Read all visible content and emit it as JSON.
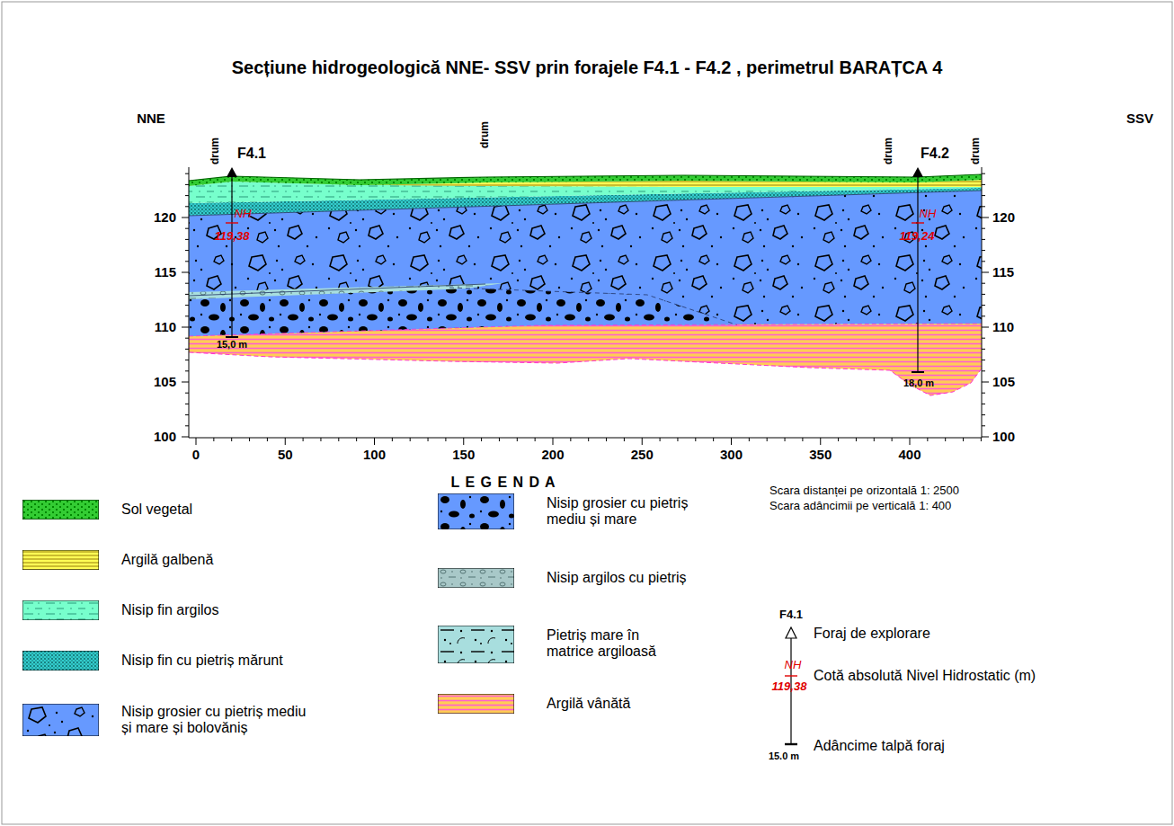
{
  "diagram": {
    "title": "Secțiune hidrogeologică NNE- SSV prin forajele F4.1 - F4.2 , perimetrul BARAȚCA 4",
    "labels": [
      "NNE",
      "SSV",
      "drum",
      "drum",
      "drum",
      "drum",
      "F4.1",
      "F4.2",
      "NH",
      "119,38",
      "NH",
      "119,24",
      "15,0 m",
      "18,0 m",
      "120",
      "115",
      "110",
      "105",
      "100",
      "120",
      "115",
      "110",
      "105",
      "100",
      "0",
      "50",
      "100",
      "150",
      "200",
      "250",
      "300",
      "350",
      "400",
      "L E G E N D A",
      "Scara distanței pe orizontală 1: 2500",
      "Scara adâncimii pe verticală 1: 400",
      "F4.1",
      "NH",
      "119,38",
      "15.0 m"
    ],
    "legend": [
      {
        "text": "Sol vegetal",
        "color": "#33cc33"
      },
      {
        "text": "Argilă galbenă",
        "color": "#ffff55"
      },
      {
        "text": "Nisip fin argilos",
        "color": "#77ffcc"
      },
      {
        "text": "Nisip fin cu pietriș mărunt",
        "color": "#33cccc"
      },
      {
        "text": "Nisip grosier cu pietriș mediu și mare și bolovăniș",
        "color": "#6699ff"
      },
      {
        "text": "Nisip grosier cu pietriș mediu și mare",
        "color": "#6699ff"
      },
      {
        "text": "Nisip argilos cu pietriș",
        "color": "#a8c8c8"
      },
      {
        "text": "Pietriș mare în matrice argiloasă",
        "color": "#a8dede"
      },
      {
        "text": "Argilă vânătă",
        "color": "#ffcc55"
      },
      {
        "text": "Foraj de explorare"
      },
      {
        "text": "Cotă absolută Nivel Hidrostatic (m)"
      },
      {
        "text": "Adâncime talpă foraj"
      }
    ]
  }
}
